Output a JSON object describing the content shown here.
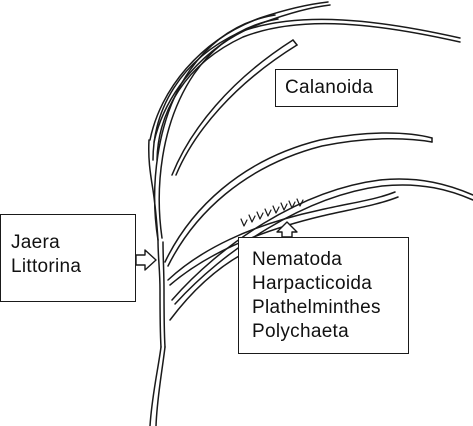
{
  "labels": {
    "calanoida": "Calanoida",
    "epifauna": [
      "Jaera",
      "Littorina"
    ],
    "meiofauna": [
      "Nematoda",
      "Harpacticoida",
      "Plathelminthes",
      "Polychaeta"
    ]
  },
  "colors": {
    "ink": "#1a1a1a",
    "background": "#ffffff"
  }
}
